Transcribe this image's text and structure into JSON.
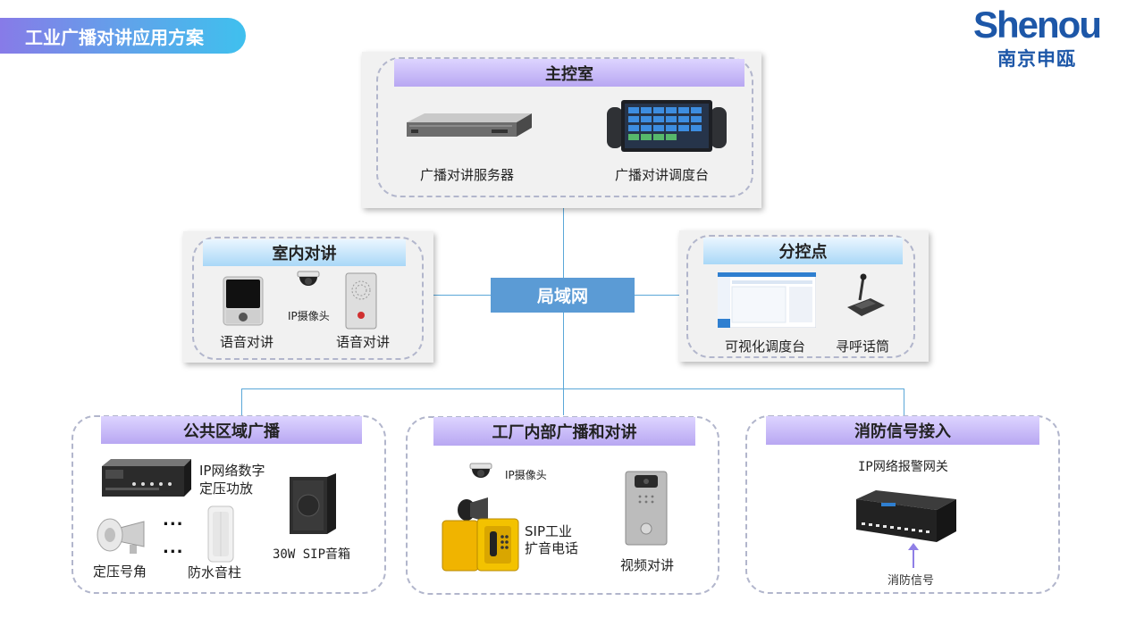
{
  "page": {
    "title": "工业广播对讲应用方案"
  },
  "logo": {
    "en": "Shenou",
    "cn": "南京申瓯"
  },
  "lan": {
    "label": "局域网"
  },
  "main_room": {
    "title": "主控室",
    "items": {
      "server": "广播对讲服务器",
      "console": "广播对讲调度台"
    }
  },
  "indoor": {
    "title": "室内对讲",
    "items": {
      "intercom1": "语音对讲",
      "camera": "IP摄像头",
      "intercom2": "语音对讲"
    }
  },
  "branch": {
    "title": "分控点",
    "items": {
      "dispatch": "可视化调度台",
      "paging": "寻呼话筒"
    }
  },
  "public": {
    "title": "公共区域广播",
    "items": {
      "amp_line1": "IP网络数字",
      "amp_line2": "定压功放",
      "horn": "定压号角",
      "column": "防水音柱",
      "speaker": "30W SIP音箱",
      "dots": "..."
    }
  },
  "factory": {
    "title": "工厂内部广播和对讲",
    "items": {
      "camera": "IP摄像头",
      "phone_line1": "SIP工业",
      "phone_line2": "扩音电话",
      "video": "视频对讲"
    }
  },
  "fire": {
    "title": "消防信号接入",
    "items": {
      "gateway": "IP网络报警网关",
      "signal": "消防信号"
    }
  },
  "colors": {
    "line": "#5aa7d8",
    "lan": "#5b9bd5",
    "logo": "#1d57a8",
    "header_purple": "#b8a7f2",
    "header_blue": "#a9d8f7"
  }
}
